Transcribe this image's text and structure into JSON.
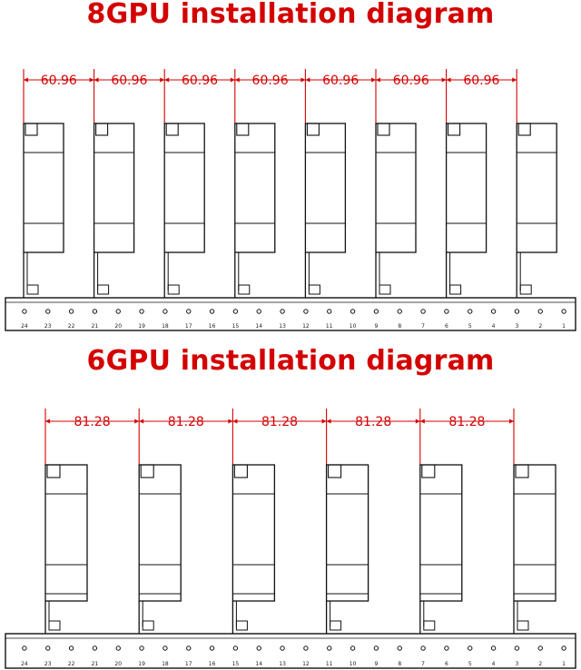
{
  "diagram_8gpu": {
    "title": "8GPU installation diagram",
    "gpu_count": 8,
    "spacing_label": "60.96",
    "slot_numbers": [
      "24",
      "23",
      "22",
      "21",
      "20",
      "19",
      "18",
      "17",
      "16",
      "15",
      "14",
      "13",
      "12",
      "11",
      "10",
      "9",
      "8",
      "7",
      "6",
      "5",
      "4",
      "3",
      "2",
      "1"
    ]
  },
  "diagram_6gpu": {
    "title": "6GPU installation diagram",
    "gpu_count": 6,
    "spacing_label": "81.28",
    "slot_numbers": [
      "24",
      "23",
      "22",
      "21",
      "20",
      "19",
      "18",
      "17",
      "16",
      "15",
      "14",
      "13",
      "12",
      "11",
      "10",
      "9",
      "8",
      "7",
      "6",
      "5",
      "4",
      "3",
      "2",
      "1"
    ]
  },
  "colors": {
    "title": "#d40000",
    "dimension": "#d40000",
    "drawing": "#111111"
  }
}
